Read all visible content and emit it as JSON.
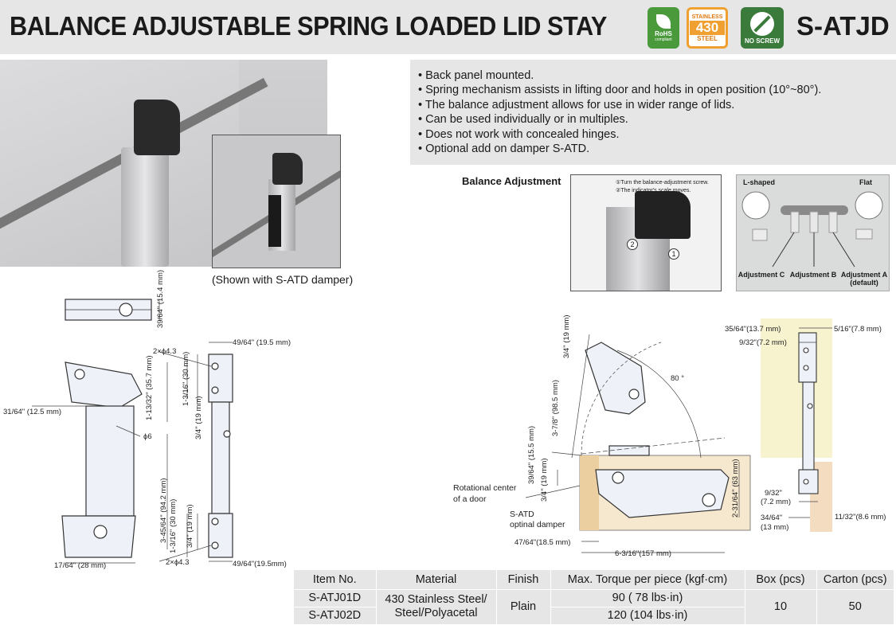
{
  "header": {
    "title": "BALANCE ADJUSTABLE SPRING LOADED LID STAY",
    "model": "S-ATJD",
    "badges": {
      "rohs": {
        "line1": "RoHS",
        "line2": "compliant"
      },
      "steel": {
        "line1": "STAINLESS",
        "line2": "430",
        "line3": "STEEL"
      },
      "noscrew": {
        "line1": "NO SCREW"
      }
    },
    "colors": {
      "rohs": "#4a9a3c",
      "steel": "#f0a030",
      "noscrew": "#3a7a3a",
      "panel": "#e6e6e6"
    }
  },
  "photos": {
    "caption": "(Shown with S-ATD damper)"
  },
  "features": [
    "Back panel mounted.",
    "Spring mechanism assists in lifting door and holds in open position (10°~80°).",
    "The balance adjustment allows for use in wider range of lids.",
    "Can be used individually or in multiples.",
    "Does not work with concealed hinges.",
    "Optional add on damper S-ATD."
  ],
  "balance": {
    "label": "Balance Adjustment",
    "note1": "①Turn the balance-adjustment screw.",
    "note2": "②The indicator's scale moves.",
    "step1": "1",
    "step2": "2",
    "l_shaped": "L-shaped",
    "flat": "Flat",
    "adj_c": "Adjustment C",
    "adj_b": "Adjustment B",
    "adj_a": "Adjustment A (default)"
  },
  "drawing_left": {
    "top_h": "39/64\" (15.4 mm)",
    "w1": "49/64\" (19.5 mm)",
    "holes_top": "2×ϕ4.3",
    "h_1_13_32": "1-13/32\" (35.7 mm)",
    "h_1_3_16_top": "1-3/16\" (30 mm)",
    "h_3_4_top": "3/4\" (19 mm)",
    "left_w": "31/64\" (12.5 mm)",
    "phi6": "ϕ6",
    "h_total": "3-45/64\" (94.2 mm)",
    "h_1_3_16_bot": "1-3/16\" (30 mm)",
    "h_3_4_bot": "3/4\" (19 mm)",
    "bottom_w": "17/64\" (28 mm)",
    "holes_bot": "2×ϕ4.3",
    "w2": "49/64\"(19.5mm)"
  },
  "drawing_right": {
    "d_3_4_top": "3/4\" (19 mm)",
    "d_3_7_8": "3-7/8\" (98.5 mm)",
    "angle": "80 °",
    "d_39_64": "39/64\" (15.5 mm)",
    "d_3_4": "3/4\" (19 mm)",
    "rot_center": "Rotational center",
    "of_door": "of a door",
    "satd": "S-ATD",
    "optinal": "optinal damper",
    "d_47_64": "47/64\"(18.5 mm)",
    "d_6_3_16": "6-3/16\"(157 mm)",
    "d_2_31_64": "2-31/64\" (63 mm)"
  },
  "drawing_side": {
    "d_35_64": "35/64\"(13.7 mm)",
    "d_5_16": "5/16\"(7.8 mm)",
    "d_9_32_top": "9/32\"(7.2 mm)",
    "d_9_32_bot_a": "9/32\"",
    "d_9_32_bot_b": "(7.2 mm)",
    "d_34_64_a": "34/64\"",
    "d_34_64_b": "(13 mm)",
    "d_11_32": "11/32\"(8.6 mm)"
  },
  "table": {
    "headers": [
      "Item No.",
      "Material",
      "Finish",
      "Max. Torque per piece (kgf·cm)",
      "Box (pcs)",
      "Carton (pcs)"
    ],
    "rows": [
      {
        "item": "S-ATJ01D",
        "torque": "90 ( 78 lbs·in)"
      },
      {
        "item": "S-ATJ02D",
        "torque": "120 (104 lbs·in)"
      }
    ],
    "material": "430 Stainless Steel/ Steel/Polyacetal",
    "finish": "Plain",
    "box": "10",
    "carton": "50"
  }
}
